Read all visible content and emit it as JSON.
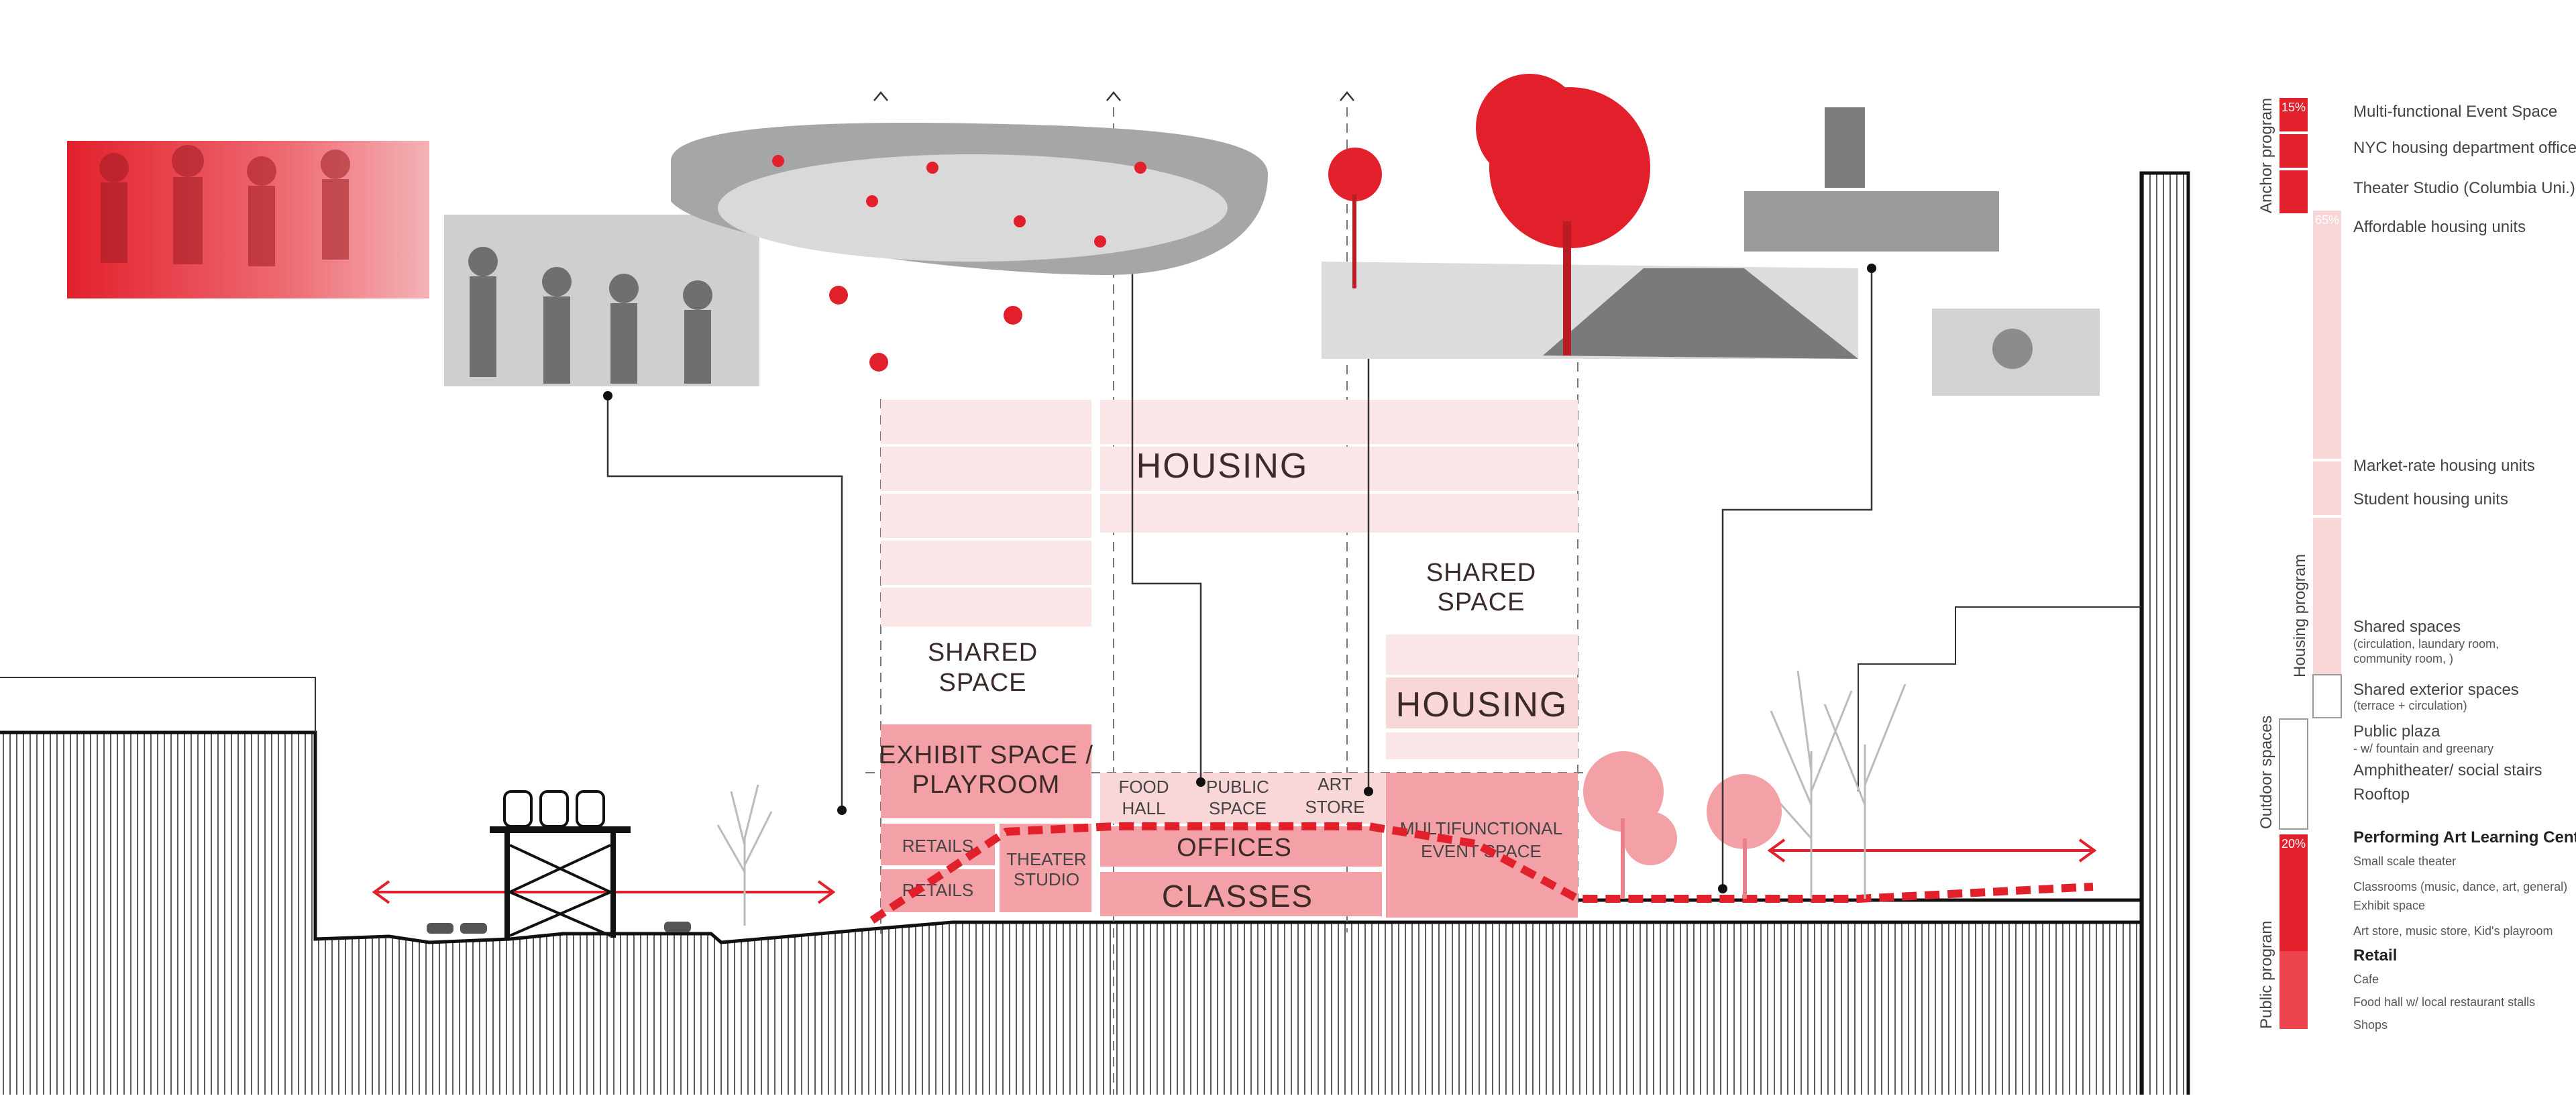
{
  "section": {
    "blocks": {
      "housing_top": "HOUSING",
      "shared_space_left_1": "SHARED",
      "shared_space_left_2": "SPACE",
      "shared_space_right_1": "SHARED",
      "shared_space_right_2": "SPACE",
      "housing_right": "HOUSING",
      "exhibit_1": "EXHIBIT SPACE /",
      "exhibit_2": "PLAYROOM",
      "retails_1": "RETAILS",
      "retails_2": "RETAILS",
      "theater_1": "THEATER",
      "theater_2": "STUDIO",
      "food_1": "FOOD",
      "food_2": "HALL",
      "public_1": "PUBLIC",
      "public_2": "SPACE",
      "art_1": "ART",
      "art_2": "STORE",
      "offices": "OFFICES",
      "classes": "CLASSES",
      "multi_1": "MULTIFUNCTIONAL",
      "multi_2": "EVENT SPACE"
    },
    "colors": {
      "dark_red": "#e2202c",
      "mid_pink": "#f3a0a6",
      "light_pink": "#f9d6d8",
      "pale_pink": "#fbe6e7"
    }
  },
  "legend": {
    "groups": [
      {
        "label": "Anchor program"
      },
      {
        "label": "Housing program"
      },
      {
        "label": "Outdoor spaces"
      },
      {
        "label": "Public program"
      }
    ],
    "percents": {
      "anchor": "15%",
      "housing": "65%",
      "public": "20%"
    },
    "items": [
      {
        "text": "Multi-functional Event Space",
        "sub": ""
      },
      {
        "text": "NYC housing department office",
        "sub": ""
      },
      {
        "text": "Theater Studio (Columbia Uni.)",
        "sub": ""
      },
      {
        "text": "Affordable housing units",
        "sub": ""
      },
      {
        "text": "Market-rate housing units",
        "sub": ""
      },
      {
        "text": "Student housing units",
        "sub": ""
      },
      {
        "text": "Shared spaces",
        "sub": "(circulation, laundary room,",
        "sub2": "community room, )"
      },
      {
        "text": "Shared exterior spaces",
        "sub": "(terrace + circulation)"
      },
      {
        "text": "Public plaza",
        "sub": "- w/ fountain and greenary"
      },
      {
        "text": "Amphitheater/ social stairs",
        "sub": ""
      },
      {
        "text": "Rooftop",
        "sub": ""
      },
      {
        "text": "Performing Art Learning Center",
        "sub": ""
      },
      {
        "text": "Small scale theater",
        "sub": ""
      },
      {
        "text": "Classrooms (music, dance, art, general)",
        "sub": ""
      },
      {
        "text": "Exhibit space",
        "sub": ""
      },
      {
        "text": "Art store, music store, Kid's playroom",
        "sub": ""
      },
      {
        "text": "Retail",
        "sub": ""
      },
      {
        "text": "Cafe",
        "sub": ""
      },
      {
        "text": "Food hall w/ local restaurant stalls",
        "sub": ""
      },
      {
        "text": "Shops",
        "sub": ""
      }
    ]
  }
}
